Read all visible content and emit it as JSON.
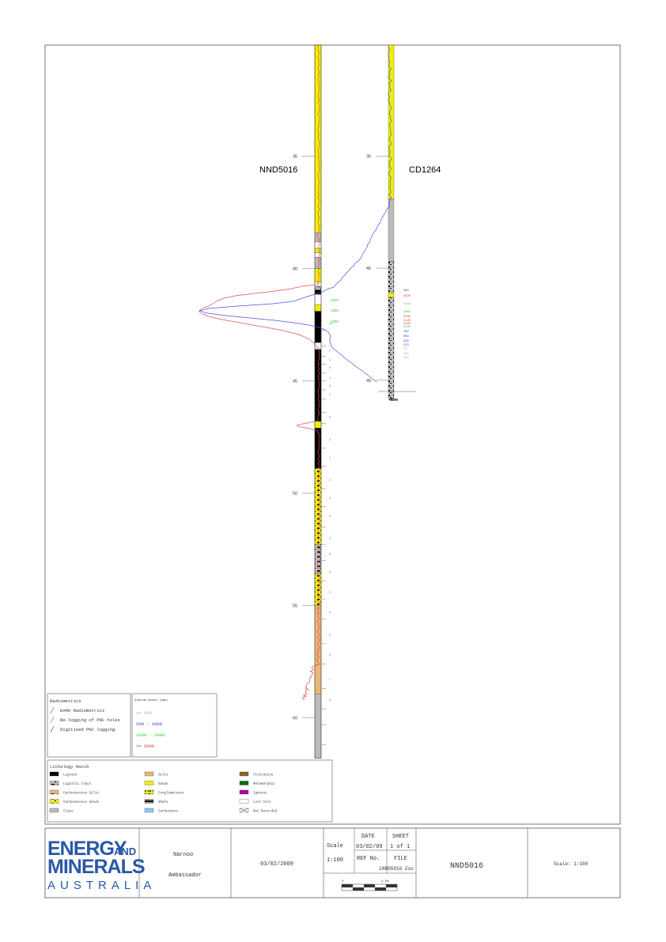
{
  "wells": {
    "left": {
      "name": "NND5016"
    },
    "right": {
      "name": "CD1264",
      "total_depth_label": "46m"
    }
  },
  "depth_ticks": {
    "left": [
      "35",
      "40",
      "45",
      "50",
      "55",
      "60"
    ],
    "right": [
      "35",
      "40",
      "45"
    ]
  },
  "interval_values": [
    "17",
    "2",
    "1",
    "1",
    "5",
    "1",
    "3",
    "1",
    "6",
    "2",
    "1",
    "3",
    "2",
    "4",
    "3",
    "6",
    "3",
    "2",
    "4",
    "4",
    "5",
    "7",
    "3"
  ],
  "left_assays": [
    {
      "value": "1520",
      "class": "1000-2000"
    },
    {
      "value": "1380",
      "class": "1000-2000"
    },
    {
      "value": "1380",
      "class": "1000-2000"
    }
  ],
  "right_assays": [
    {
      "value": "260",
      "class": "200-1000"
    },
    {
      "value": "3229",
      "class": ">=2000"
    },
    {
      "value": "3688",
      "class": "<=200"
    },
    {
      "value": "1860",
      "class": "1000-2000"
    },
    {
      "value": "2290",
      "class": ">=2000"
    },
    {
      "value": "2120",
      "class": ">=2000"
    },
    {
      "value": "2420",
      "class": ">=2000"
    },
    {
      "value": "1630",
      "class": "1000-2000"
    },
    {
      "value": "760",
      "class": "200-1000"
    },
    {
      "value": "950",
      "class": "200-1000"
    },
    {
      "value": "530",
      "class": "200-1000"
    },
    {
      "value": "370",
      "class": "200-1000"
    },
    {
      "value": "70",
      "class": "<=200"
    },
    {
      "value": "120",
      "class": "<=200"
    },
    {
      "value": "100",
      "class": "<=200"
    }
  ],
  "radiometrics_legend": {
    "title": "Radiometrics",
    "items": [
      {
        "label": "EAMA Radiometrics",
        "color": "#e05050"
      },
      {
        "label": "Re-logging of PNC holes",
        "color": "#40c040"
      },
      {
        "label": "Digitised PNC logging",
        "color": "#5050e0"
      }
    ]
  },
  "assay_legend": {
    "title": "Uranium Assays (ppm)",
    "items": [
      {
        "label": "<= 200",
        "color": "#aaaaaa"
      },
      {
        "label": "200 - 1000",
        "color": "#3333cc"
      },
      {
        "label": "1000 - 2000",
        "color": "#33cc33"
      },
      {
        "label": ">= 2000",
        "color": "#e03030"
      }
    ]
  },
  "lithology_legend": {
    "title": "Lithology Match",
    "items": [
      {
        "label": "Lignite",
        "pattern": "lignite"
      },
      {
        "label": "Lignitic Clays",
        "pattern": "ligclay"
      },
      {
        "label": "Carbonaceous Silts",
        "pattern": "carbsilt"
      },
      {
        "label": "Carbonaceous Sands",
        "pattern": "carbsand"
      },
      {
        "label": "Clays",
        "pattern": "clay"
      },
      {
        "label": "Silts",
        "pattern": "silt"
      },
      {
        "label": "Sands",
        "pattern": "sand"
      },
      {
        "label": "Conglomerates",
        "pattern": "cong"
      },
      {
        "label": "Shale",
        "pattern": "shale"
      },
      {
        "label": "Carbonates",
        "pattern": "carb"
      },
      {
        "label": "Alteration",
        "pattern": "alter"
      },
      {
        "label": "Metamorphic",
        "pattern": "meta"
      },
      {
        "label": "Igneous",
        "pattern": "ign"
      },
      {
        "label": "Lost Core",
        "pattern": "lost"
      },
      {
        "label": "Not Recorded",
        "pattern": "notrec"
      }
    ]
  },
  "title_block": {
    "logo_line1": "ENERGY",
    "logo_and": "AND",
    "logo_line2": "MINERALS",
    "logo_line3": "AUSTRALIA",
    "project": "Narnoo",
    "prospect": "Ambassador",
    "date": "03/02/2009",
    "scale_header": "Scale",
    "scale_value": "1:100",
    "date_header": "DATE",
    "date_value": "03/02/09",
    "sheet_header": "SHEET",
    "sheet_value": "1 of 1",
    "ref_header": "REF No.",
    "ref_value": "1",
    "file_header": "FILE",
    "file_value": "NND5016 Zoo",
    "scalebar_start": "0",
    "scalebar_end": "2.5m",
    "hole_id": "NND5016",
    "scale_text": "Scale: 1:100"
  },
  "colors": {
    "sand": "#f0f000",
    "clay": "#bbbbbb",
    "lignite": "#000000",
    "silt": "#e8b878",
    "eama": "#e05050",
    "pnc": "#5050e0"
  }
}
